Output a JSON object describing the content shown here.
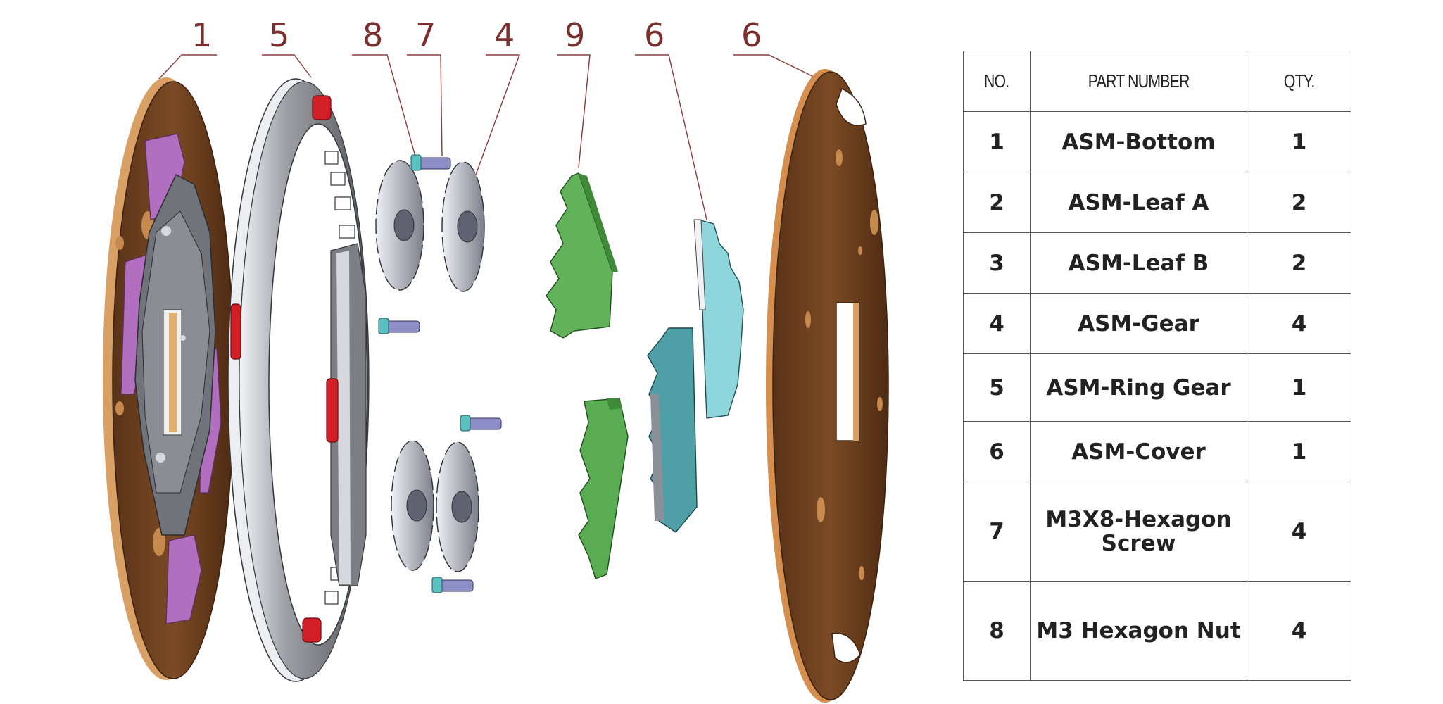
{
  "balloons": [
    "1",
    "5",
    "8",
    "7",
    "4",
    "9",
    "6",
    "6"
  ],
  "bom": {
    "headers": [
      "NO.",
      "PART NUMBER",
      "QTY."
    ],
    "rows": [
      {
        "no": "1",
        "part": "ASM-Bottom",
        "qty": "1"
      },
      {
        "no": "2",
        "part": "ASM-Leaf A",
        "qty": "2"
      },
      {
        "no": "3",
        "part": "ASM-Leaf B",
        "qty": "2"
      },
      {
        "no": "4",
        "part": "ASM-Gear",
        "qty": "4"
      },
      {
        "no": "5",
        "part": "ASM-Ring Gear",
        "qty": "1"
      },
      {
        "no": "6",
        "part": "ASM-Cover",
        "qty": "1"
      },
      {
        "no": "7",
        "part": "M3X8-Hexagon Screw",
        "qty": "4"
      },
      {
        "no": "8",
        "part": "M3 Hexagon Nut",
        "qty": "4"
      }
    ]
  },
  "colors": {
    "wood": "#6b3f1e",
    "wood_edge": "#d9a066",
    "ring": "#6e6f73",
    "ring_light": "#e3e4e8",
    "purple": "#b070b8",
    "green": "#5faa55",
    "teal": "#4f9ca0",
    "cyan": "#8fd3d8",
    "red": "#d21f26",
    "gear": "#c9ccd6",
    "screw": "#7f7fc0"
  }
}
